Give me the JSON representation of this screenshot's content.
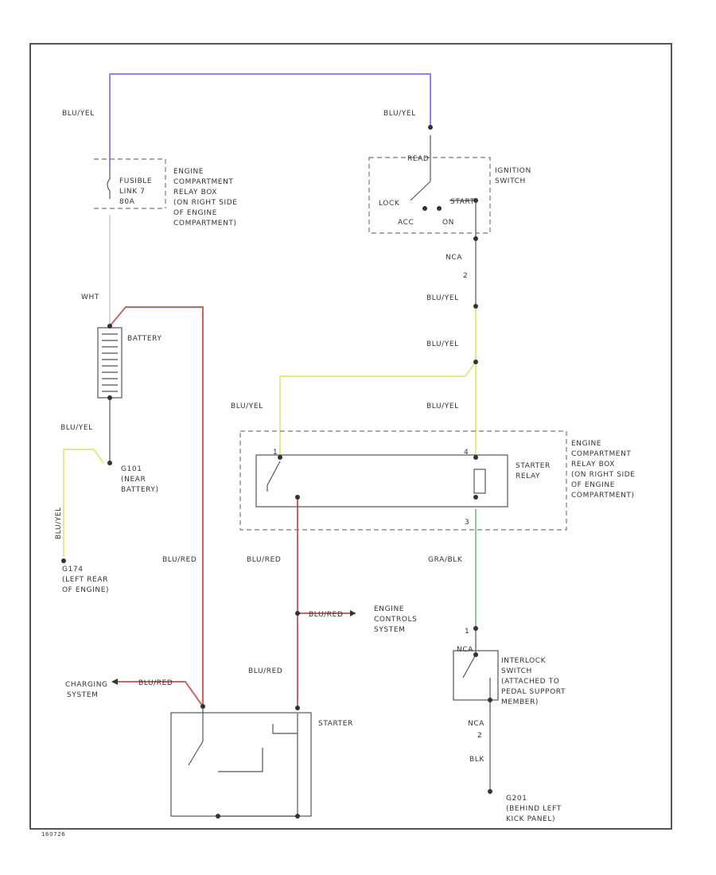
{
  "colors": {
    "blu_yel_top": "#8a8ae6",
    "yellow": "#e6e68a",
    "red": "#cc6666",
    "green": "#8acc8a",
    "grey": "#555555",
    "light": "#cccccc"
  },
  "labels": {
    "blu_yel_left": "BLU/YEL",
    "blu_yel_right": "BLU/YEL",
    "fusible_link_1": "FUSIBLE",
    "fusible_link_2": "LINK 7",
    "fusible_link_3": "80A",
    "relay_box_top_1": "ENGINE",
    "relay_box_top_2": "COMPARTMENT",
    "relay_box_top_3": "RELAY BOX",
    "relay_box_top_4": "(ON RIGHT SIDE",
    "relay_box_top_5": "OF ENGINE",
    "relay_box_top_6": "COMPARTMENT)",
    "ignition_switch_1": "IGNITION",
    "ignition_switch_2": "SWITCH",
    "ign_read": "READ",
    "ign_lock": "LOCK",
    "ign_start": "START",
    "ign_acc": "ACC",
    "ign_on": "ON",
    "nca_top": "NCA",
    "nca_top_pin": "2",
    "blu_yel_mid1": "BLU/YEL",
    "blu_yel_mid2": "BLU/YEL",
    "wht": "WHT",
    "battery": "BATTERY",
    "blu_yel_batt": "BLU/YEL",
    "blu_yel_relay_left": "BLU/YEL",
    "blu_yel_relay_right": "BLU/YEL",
    "g101_1": "G101",
    "g101_2": "(NEAR",
    "g101_3": "BATTERY)",
    "blu_yel_vertical": "BLU/YEL",
    "g174_1": "G174",
    "g174_2": "(LEFT REAR",
    "g174_3": "OF ENGINE)",
    "starter_relay_box_1": "ENGINE",
    "starter_relay_box_2": "COMPARTMENT",
    "starter_relay_box_3": "RELAY BOX",
    "starter_relay_box_4": "(ON RIGHT SIDE",
    "starter_relay_box_5": "OF ENGINE",
    "starter_relay_box_6": "COMPARTMENT)",
    "starter_relay_1": "STARTER",
    "starter_relay_2": "RELAY",
    "relay_pin_left": "1",
    "relay_pin_right": "4",
    "relay_pin_bottom": "3",
    "blu_red_left": "BLU/RED",
    "blu_red_mid": "BLU/RED",
    "gra_blk": "GRA/BLK",
    "blu_red_branch": "BLU/RED",
    "engine_controls_1": "ENGINE",
    "engine_controls_2": "CONTROLS",
    "engine_controls_3": "SYSTEM",
    "blu_red_lower": "BLU/RED",
    "interlock_1": "INTERLOCK",
    "interlock_2": "SWITCH",
    "interlock_3": "(ATTACHED TO",
    "interlock_4": "PEDAL SUPPORT",
    "interlock_5": "MEMBER)",
    "interlock_pin": "1",
    "nca_switch": "NCA",
    "charging_1": "CHARGING",
    "charging_2": "SYSTEM",
    "blu_red_charging": "BLU/RED",
    "starter": "STARTER",
    "nca_bottom": "NCA",
    "nca_bottom_pin": "2",
    "blk": "BLK",
    "g201_1": "G201",
    "g201_2": "(BEHIND LEFT",
    "g201_3": "KICK PANEL)",
    "corner_code": "160726"
  }
}
